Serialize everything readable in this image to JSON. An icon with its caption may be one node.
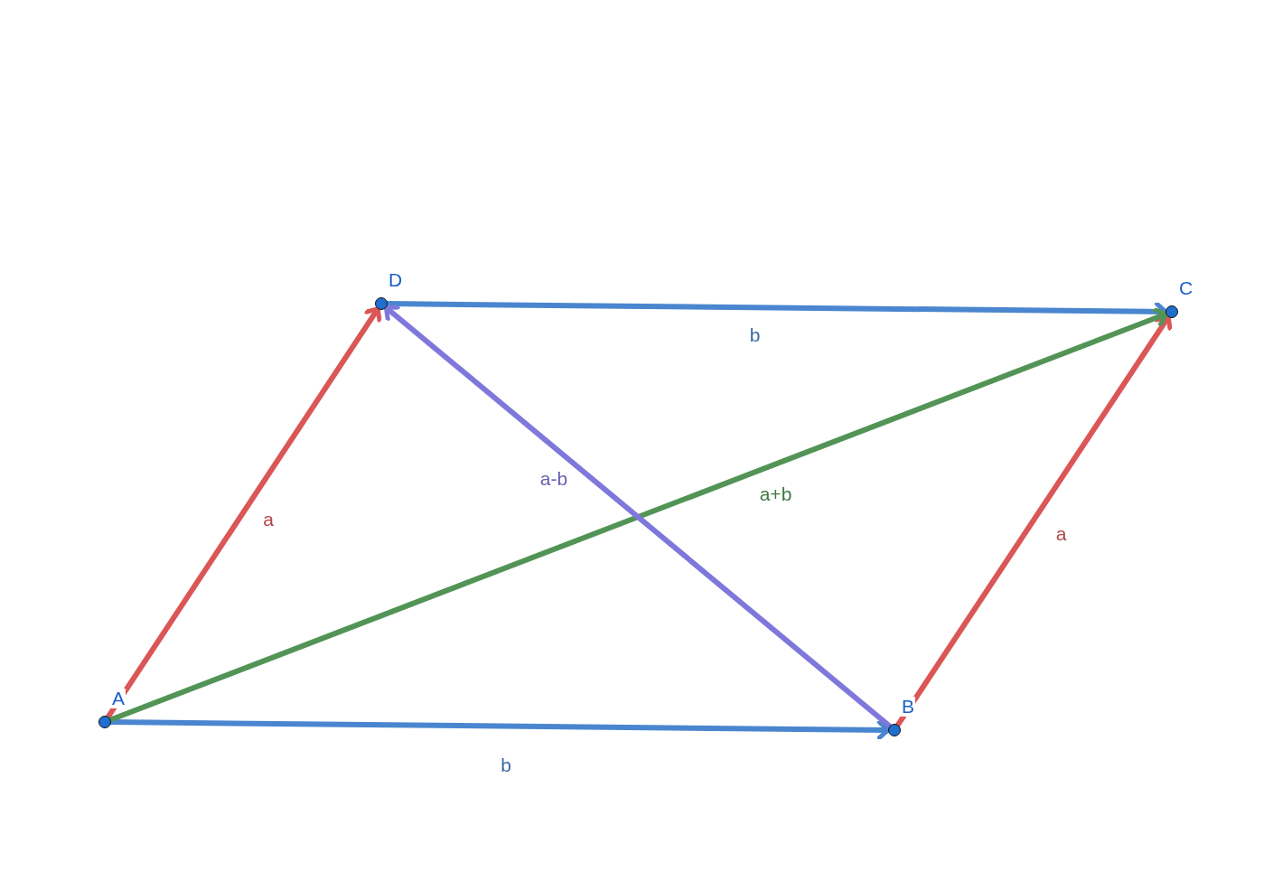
{
  "diagram": {
    "nodes": [
      {
        "text": [
          "A"
        ]
      },
      {
        "text": [
          "B"
        ]
      },
      {
        "text": [
          "C"
        ]
      },
      {
        "text": [
          "D"
        ]
      }
    ],
    "edges": [
      {
        "from": 0,
        "to": 3,
        "arrow": "to",
        "label": "a",
        "color": "#db5656"
      },
      {
        "from": 3,
        "to": 2,
        "arrow": "to",
        "label": "b",
        "color": "#4a86cf"
      },
      {
        "from": 0,
        "to": 1,
        "arrow": "to",
        "label": "b",
        "color": "#4a86cf"
      },
      {
        "from": 1,
        "to": 2,
        "arrow": "to",
        "label": "a",
        "color": "#db5656"
      },
      {
        "from": 0,
        "to": 2,
        "arrow": "to",
        "label": "a+b",
        "color": "#529456"
      },
      {
        "from": 1,
        "to": 3,
        "arrow": "to",
        "label": "a-b",
        "color": "#7f78db"
      }
    ]
  }
}
